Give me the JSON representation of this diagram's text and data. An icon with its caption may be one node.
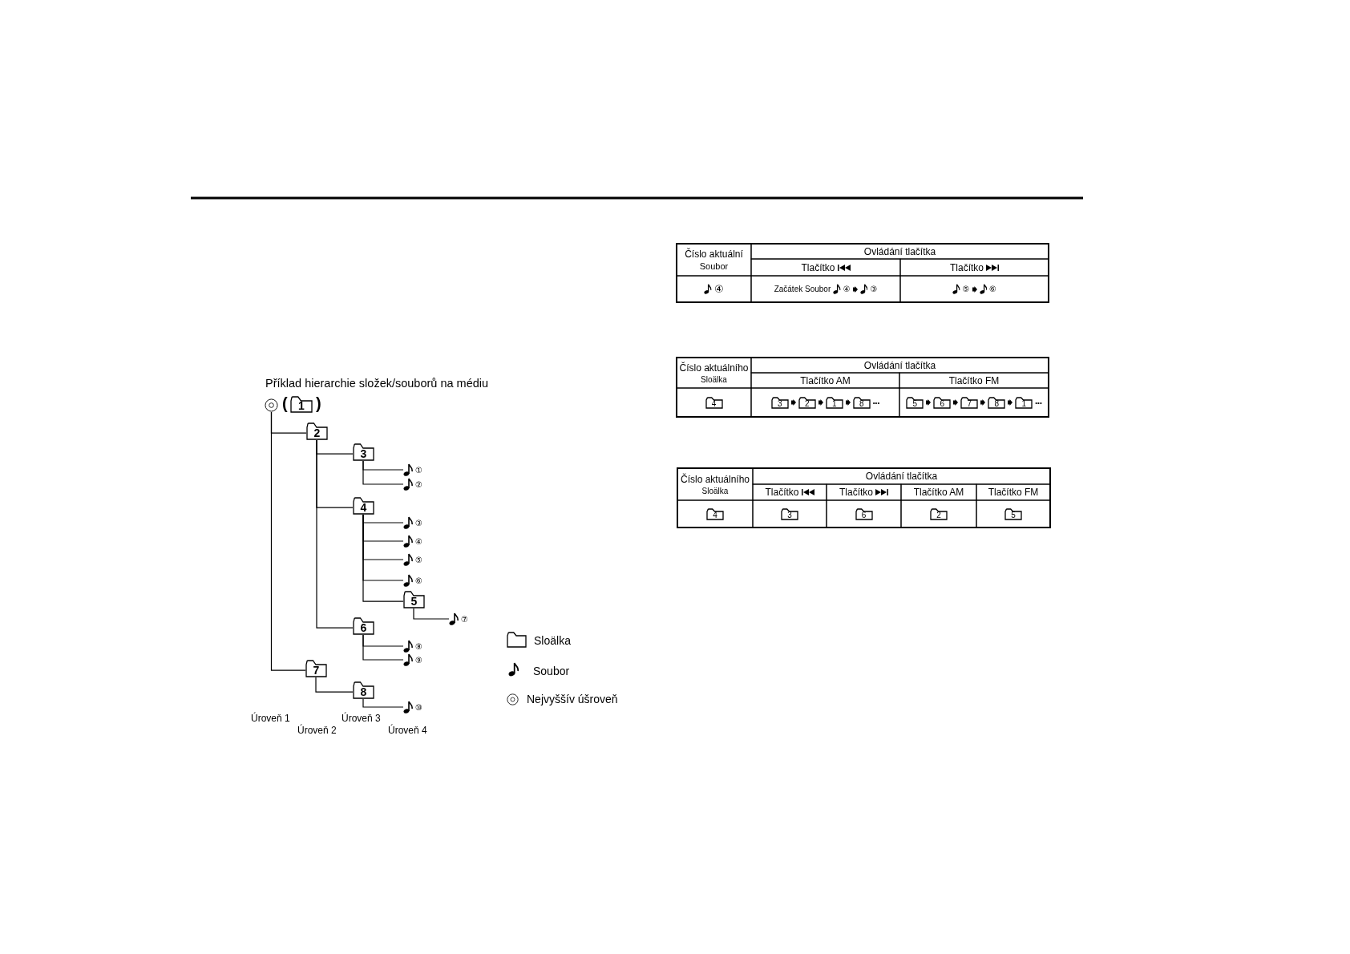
{
  "diagram": {
    "title": "Příklad hierarchie složek/souborů na médiu",
    "nodes": [
      {
        "text": [],
        "shape": "circle"
      },
      {
        "text": [
          "1"
        ]
      },
      {
        "text": [
          "2"
        ]
      },
      {
        "text": [
          "3"
        ]
      },
      {
        "text": [
          "①"
        ]
      },
      {
        "text": [
          "②"
        ]
      },
      {
        "text": [
          "4"
        ]
      },
      {
        "text": [
          "③"
        ]
      },
      {
        "text": [
          "④"
        ]
      },
      {
        "text": [
          "⑤"
        ]
      },
      {
        "text": [
          "⑥"
        ]
      },
      {
        "text": [
          "5"
        ]
      },
      {
        "text": [
          "⑦"
        ]
      },
      {
        "text": [
          "6"
        ]
      },
      {
        "text": [
          "⑧"
        ]
      },
      {
        "text": [
          "⑨"
        ]
      },
      {
        "text": [
          "7"
        ]
      },
      {
        "text": [
          "8"
        ]
      },
      {
        "text": [
          "⑩"
        ]
      }
    ],
    "edges": [
      {
        "from": 0,
        "to": 2,
        "arrow": "none"
      },
      {
        "from": 0,
        "to": 16,
        "arrow": "none"
      },
      {
        "from": 2,
        "to": 3,
        "arrow": "none"
      },
      {
        "from": 2,
        "to": 6,
        "arrow": "none"
      },
      {
        "from": 2,
        "to": 13,
        "arrow": "none"
      },
      {
        "from": 3,
        "to": 4,
        "arrow": "none"
      },
      {
        "from": 3,
        "to": 5,
        "arrow": "none"
      },
      {
        "from": 6,
        "to": 7,
        "arrow": "none"
      },
      {
        "from": 6,
        "to": 8,
        "arrow": "none"
      },
      {
        "from": 6,
        "to": 9,
        "arrow": "none"
      },
      {
        "from": 6,
        "to": 10,
        "arrow": "none"
      },
      {
        "from": 6,
        "to": 11,
        "arrow": "none"
      },
      {
        "from": 11,
        "to": 12,
        "arrow": "none"
      },
      {
        "from": 13,
        "to": 14,
        "arrow": "none"
      },
      {
        "from": 13,
        "to": 15,
        "arrow": "none"
      },
      {
        "from": 16,
        "to": 17,
        "arrow": "none"
      },
      {
        "from": 17,
        "to": 18,
        "arrow": "none"
      }
    ],
    "labels": [
      "(",
      ")",
      "Úroveň 1",
      "Úroveň 3",
      "Úroveň 2",
      "Úroveň 4",
      "Číslo aktuální",
      "Soubor",
      "Ovládání tlačítka",
      "Tlačítko",
      "Tlačítko",
      "④",
      "Začátek Soubor",
      "④",
      "③",
      "⑤",
      "⑥",
      "Číslo aktuálního",
      "Sloälka",
      "Ovládání tlačítka",
      "Tlačítko AM",
      "Tlačítko FM",
      "4",
      "3",
      "2",
      "1",
      "8",
      "•••",
      "5",
      "6",
      "7",
      "8",
      "1",
      "•••",
      "Číslo aktuálního",
      "Sloälka",
      "Ovládání tlačítka",
      "Tlačítko",
      "Tlačítko",
      "Tlačítko AM",
      "Tlačítko FM",
      "4",
      "3",
      "6",
      "2",
      "5"
    ],
    "legend": [
      {
        "text": "Sloälka"
      },
      {
        "text": "Soubor"
      },
      {
        "text": "Nejvyššív úšroveň"
      }
    ]
  }
}
